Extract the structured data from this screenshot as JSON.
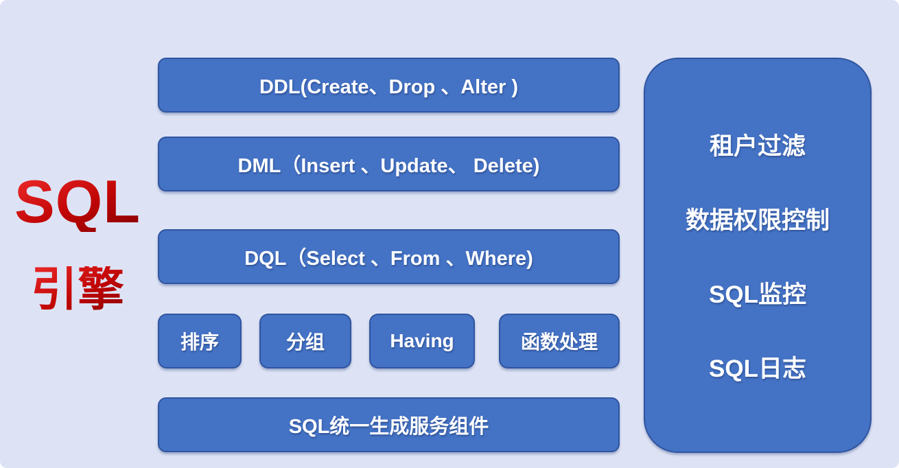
{
  "diagram": {
    "title": {
      "line1": "SQL",
      "line2": "引擎"
    },
    "statement_boxes": [
      {
        "label": "DDL(Create、Drop 、Alter )"
      },
      {
        "label": "DML（Insert 、Update、 Delete)"
      },
      {
        "label": "DQL（Select 、From 、Where)"
      }
    ],
    "clause_boxes": [
      {
        "label": "排序"
      },
      {
        "label": "分组"
      },
      {
        "label": "Having"
      },
      {
        "label": "函数处理"
      }
    ],
    "bottom_box": {
      "label": "SQL统一生成服务组件"
    },
    "side_panel": {
      "items": [
        {
          "label": "租户过滤"
        },
        {
          "label": "数据权限控制"
        },
        {
          "label": "SQL监控"
        },
        {
          "label": "SQL日志"
        }
      ]
    },
    "colors": {
      "canvas_background": "#dde3f5",
      "box_fill": "#4472c4",
      "box_border": "#20417f",
      "box_text": "#ffffff",
      "title_red_light": "#e52323",
      "title_red_dark": "#8a0000"
    }
  }
}
